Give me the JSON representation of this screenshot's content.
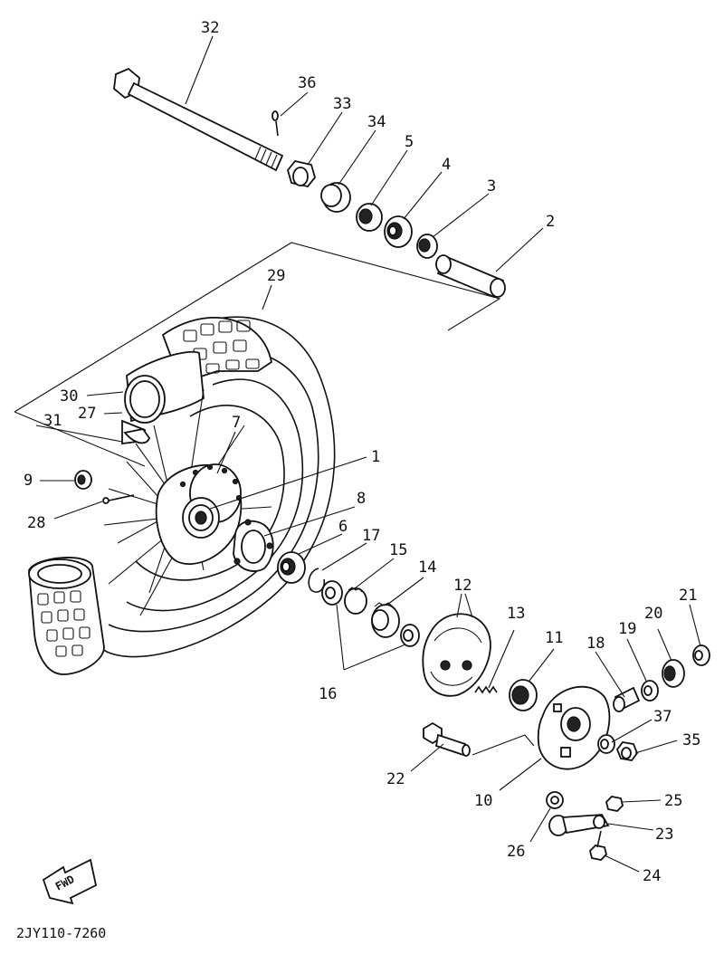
{
  "diagram": {
    "part_numbers": {
      "p2": "2",
      "p3": "3",
      "p4": "4",
      "p5": "5",
      "p6": "6",
      "p7": "7",
      "p8": "8",
      "p9": "9",
      "p10": "10",
      "p11": "11",
      "p12": "12",
      "p13": "13",
      "p14": "14",
      "p15": "15",
      "p16": "16",
      "p17": "17",
      "p18": "18",
      "p19": "19",
      "p20": "20",
      "p21": "21",
      "p22": "22",
      "p23": "23",
      "p24": "24",
      "p25": "25",
      "p26": "26",
      "p27": "27",
      "p28": "28",
      "p29": "29",
      "p30": "30",
      "p31": "31",
      "p32": "32",
      "p33": "33",
      "p34": "34",
      "p35": "35",
      "p36": "36",
      "p37": "37",
      "p1": "1"
    },
    "fwd_label": "FWD",
    "drawing_code": "2JY110-7260"
  }
}
